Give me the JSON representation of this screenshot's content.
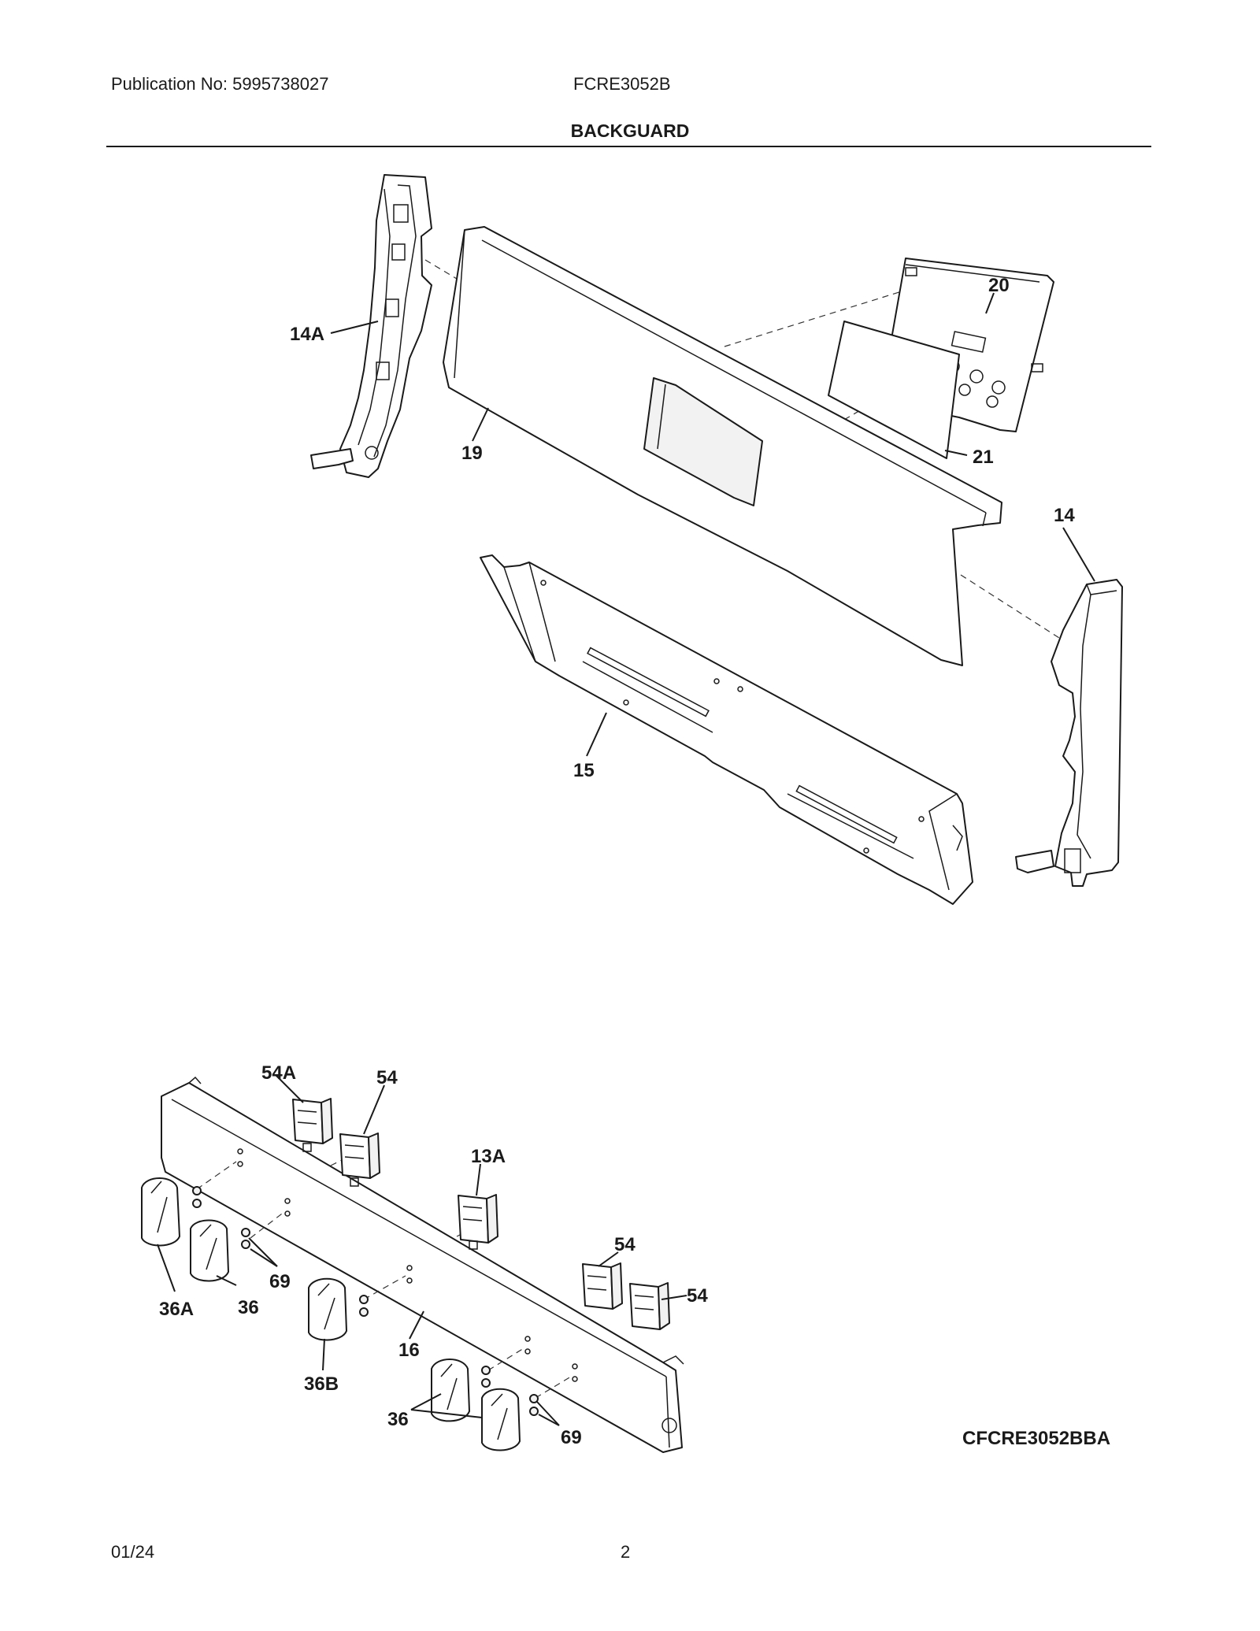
{
  "header": {
    "publication": "Publication No: 5995738027",
    "model": "FCRE3052B",
    "title": "BACKGUARD"
  },
  "footer": {
    "date": "01/24",
    "page": "2"
  },
  "diagram": {
    "code": "CFCRE3052BBA",
    "labels": {
      "p14A": "14A",
      "p19": "19",
      "p20": "20",
      "p21": "21",
      "p14": "14",
      "p15": "15",
      "p54A": "54A",
      "p54a": "54",
      "p13A": "13A",
      "p54b": "54",
      "p54c": "54",
      "p69a": "69",
      "p36A": "36A",
      "p36a": "36",
      "p16": "16",
      "p36B": "36B",
      "p36b": "36",
      "p69b": "69"
    }
  }
}
